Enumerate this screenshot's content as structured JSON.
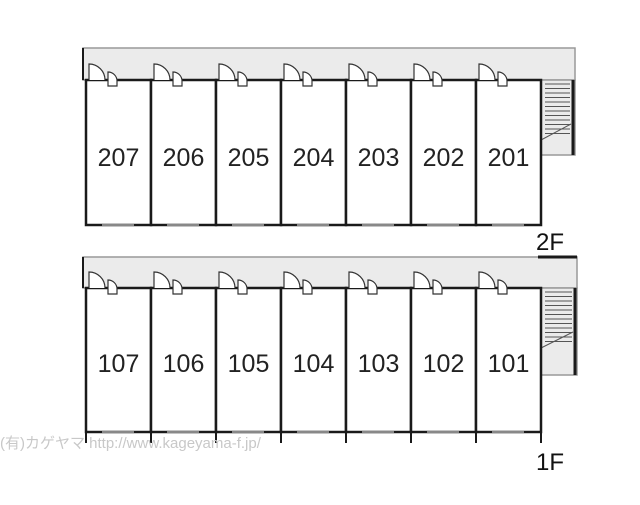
{
  "floors": [
    {
      "label": "2F",
      "units": [
        "207",
        "206",
        "205",
        "204",
        "203",
        "202",
        "201"
      ]
    },
    {
      "label": "1F",
      "units": [
        "107",
        "106",
        "105",
        "104",
        "103",
        "102",
        "101"
      ]
    }
  ],
  "watermark": "(有)カゲヤマ  http://www.kageyama-f.jp/",
  "colors": {
    "wall": "#1a1a1a",
    "corridor": "#ebebeb",
    "window": "#888888"
  }
}
